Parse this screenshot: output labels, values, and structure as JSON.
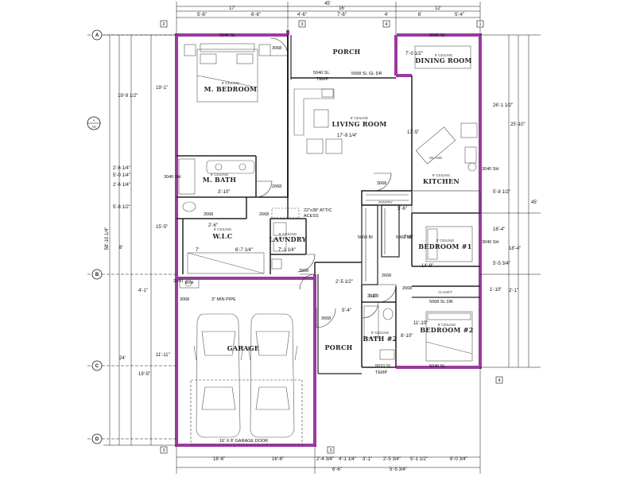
{
  "rooms": {
    "m_bedroom": {
      "name": "M. BEDROOM",
      "ceiling": "9' CEILING"
    },
    "porch_top": {
      "name": "PORCH"
    },
    "dining_room": {
      "name": "DINING ROOM",
      "ceiling": "9' CEILING"
    },
    "living_room": {
      "name": "LIVING ROOM",
      "ceiling": "9' CEILING"
    },
    "m_bath": {
      "name": "M. BATH",
      "ceiling": "8' CEILING"
    },
    "kitchen": {
      "name": "KITCHEN",
      "ceiling": "9' CEILING"
    },
    "pantry": {
      "name": "PANTRY"
    },
    "wic": {
      "name": "W.I.C",
      "ceiling": "8' CEILING"
    },
    "laundry": {
      "name": "LAUNDRY",
      "ceiling": "8' CEILING"
    },
    "bedroom1": {
      "name": "BEDROOM #1",
      "ceiling": "8' CEILING"
    },
    "bedroom2": {
      "name": "BEDROOM #2",
      "ceiling": "8' CEILING"
    },
    "bath2": {
      "name": "BATH #2",
      "ceiling": "8' CEILING"
    },
    "garage": {
      "name": "GARAGE"
    },
    "porch_bottom": {
      "name": "PORCH"
    },
    "closet": {
      "name": "CLOSET"
    },
    "wh": {
      "name": "W/H"
    },
    "island": {
      "name": "ISLAND"
    }
  },
  "notes": {
    "attic_access": "22\"x38\" ATTIC",
    "attic_access2": "ACESS",
    "min_pipe": "3\" MIN PIPE",
    "garage_door": "16' X 8' GARAGE DOOR",
    "sl_dr": "5068 SL GL DR",
    "sl_dr2": "5068 SL DR",
    "w_5040_sl_tl": "5040 SL",
    "w_5040_sl_tr": "5040 SL",
    "w_5040_temp": "5040 SL",
    "temp": "TEMP",
    "w_5040_bot": "5040 SL",
    "w_5010_temp": "5010 SL",
    "temp2": "TEMP",
    "d_3068_a": "3068",
    "d_3068_b": "3068",
    "d_3068_c": "3068",
    "d_3068_d": "3068",
    "d_3068_e": "3068",
    "d_3068_f": "3068",
    "d_2668_a": "2668",
    "d_2668_b": "2668",
    "d_2668_c": "2668",
    "d_2668_d": "2668",
    "d_2068": "2068",
    "d_5068_a": "5068 BI",
    "d_5068_b": "5068 BI",
    "d_3068_kit": "3068",
    "w_3040_l": "3040 SH",
    "w_3040_r": "3040 SH",
    "w_3040_r2": "3040 SH",
    "w_2040": "2040",
    "section_ref": "A",
    "section_ref2": "A5"
  },
  "grid_lines": [
    "A",
    "B",
    "C",
    "D"
  ],
  "dimensions": {
    "top_total": "45'",
    "top": [
      "17'",
      "16'",
      "12'"
    ],
    "top2": [
      "5'-6\"",
      "6'-6\"",
      "4'-6\"",
      "7'-6\"",
      "4'",
      "6'",
      "5'-4\""
    ],
    "left_outer": "58'-10 1/4\"",
    "left_mid": [
      "19'-9 1/2\"",
      "8'",
      "24'"
    ],
    "left_inner": [
      "19'-1\"",
      "5'-0 1/4\"",
      "5'-8 1/2\"",
      "15'-5\"",
      "4'-1\"",
      "11'-11\"",
      "19'-5\""
    ],
    "left_small": [
      "2'-6 1/4\"",
      "2'-6 1/4\""
    ],
    "right_outer": "45'",
    "right_mid": [
      "26'-1 1/2\"",
      "18'-4\""
    ],
    "right_inner": [
      "25'-10\"",
      "5'-8 1/2\"",
      "18'-4\"",
      "5'-5 3/4\"",
      "2'-1\""
    ],
    "bottom": [
      "18'-6\"",
      "16'-6\"",
      "2'-4 3/4\"",
      "4'-1 1/4\"",
      "3'-1\"",
      "2'-5 3/4\"",
      "5'-1 1/2\"",
      "6'-0 3/4\""
    ],
    "bottom2": [
      "6'-6\"",
      "5'-5 3/4\""
    ],
    "interior": [
      "17'-5\"",
      "17'-9 1/4\"",
      "3'-6\"",
      "7'-8\"",
      "6'-7 1/4\"",
      "7'",
      "7'-1 1/4\"",
      "3'-10\"",
      "2'-5 1/2\"",
      "14'-9\"",
      "11'-10\"",
      "8'-10\"",
      "5'-4\"",
      "3'-2\"",
      "2'-6\"",
      "7'-0 1/2\"",
      "1'-10\""
    ]
  },
  "tags": [
    "2",
    "3",
    "4",
    "1"
  ],
  "colors": {
    "exterior_wall": "#9b3aa0",
    "line": "#222222"
  }
}
